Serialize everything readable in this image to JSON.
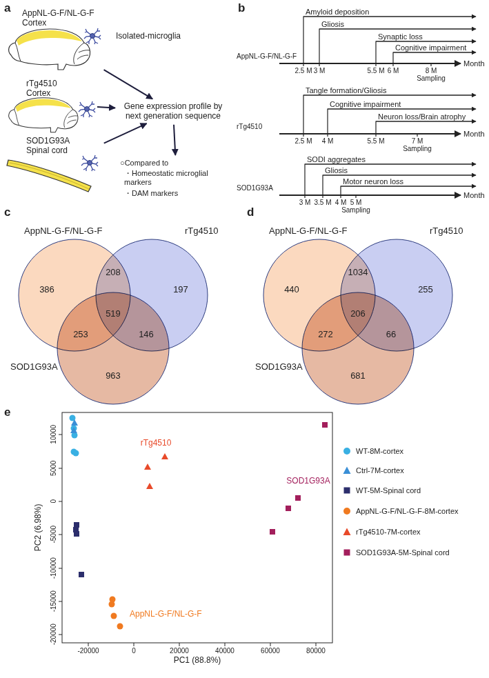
{
  "diagram": {
    "nodes": [
      {
        "text": [
          "AppNL-G-F/NL-G-F Cortex"
        ]
      },
      {
        "text": [
          "rTg4510 Cortex"
        ]
      },
      {
        "text": [
          "SOD1G93A Spinal cord"
        ]
      },
      {
        "text": [
          "Gene expression profile by next generation sequence"
        ]
      },
      {
        "text": [
          "○Compared to",
          "・Homeostatic microglial markers",
          "・DAM markers"
        ]
      },
      {
        "text": [
          "AppNL-G-F/NL-G-F"
        ]
      },
      {
        "text": [
          "rTg4510"
        ]
      },
      {
        "text": [
          "SOD1G93A"
        ]
      },
      {
        "text": [
          "AppNL-G-F/NL-G-F"
        ]
      },
      {
        "text": [
          "rTg4510"
        ]
      },
      {
        "text": [
          "SOD1G93A"
        ]
      }
    ],
    "edges": [
      {
        "from": 0,
        "to": 3,
        "arrow": "to"
      },
      {
        "from": 1,
        "to": 3,
        "arrow": "to"
      },
      {
        "from": 2,
        "to": 3,
        "arrow": "to"
      },
      {
        "from": 3,
        "to": 4,
        "arrow": "to"
      }
    ],
    "labels": [
      "a",
      "Isolated-microglia",
      "b",
      "AppNL-G-F/NL-G-F",
      "Amyloid deposition",
      "Gliosis",
      "Synaptic loss",
      "Cognitive impairment",
      "Month",
      "2.5 M",
      "3 M",
      "5.5 M",
      "6 M",
      "8 M",
      "Sampling",
      "rTg4510",
      "Tangle formation/Gliosis",
      "Cognitive impairment",
      "Neuron loss/Brain atrophy",
      "Month",
      "2.5 M",
      "4 M",
      "5.5 M",
      "7 M",
      "Sampling",
      "SOD1G93A",
      "SODI aggregates",
      "Gliosis",
      "Motor neuron loss",
      "Month",
      "3 M",
      "3.5 M",
      "4 M",
      "5 M",
      "Sampling",
      "c",
      "386",
      "208",
      "197",
      "519",
      "253",
      "146",
      "963",
      "d",
      "440",
      "1034",
      "255",
      "206",
      "272",
      "66",
      "681",
      "e",
      "PC2 (6.98%)",
      "PC1 (88.8%)",
      "-20000",
      "0",
      "20000",
      "40000",
      "60000",
      "80000",
      "-20000",
      "-15000",
      "-10000",
      "-5000",
      "0",
      "5000",
      "10000",
      "rTg4510",
      "SOD1G93A",
      "AppNL-G-F/NL-G-F"
    ],
    "legend": [
      {
        "text": "WT-8M-cortex",
        "color": "#39b0e3"
      },
      {
        "text": "Ctrl-7M-cortex",
        "color": "#3a8fd6"
      },
      {
        "text": "WT-5M-Spinal cord",
        "color": "#2c2e6c"
      },
      {
        "text": "AppNL-G-F/NL-G-F-8M-cortex",
        "color": "#f07a20"
      },
      {
        "text": "rTg4510-7M-cortex",
        "color": "#e84a2a"
      },
      {
        "text": "SOD1G93A-5M-Spinal cord",
        "color": "#a31f5c"
      }
    ]
  }
}
